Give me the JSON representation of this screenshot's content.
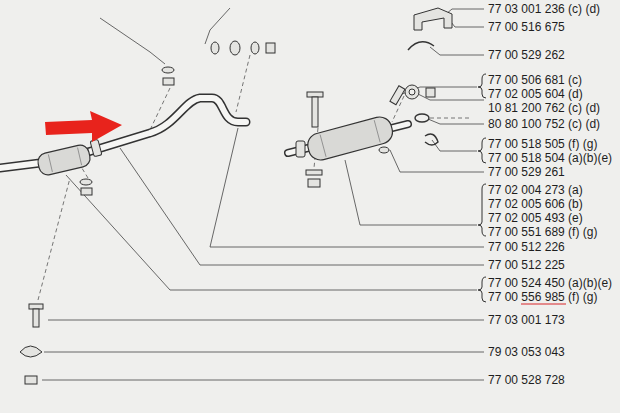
{
  "diagram": {
    "labels": [
      "77 03 001 236 (c) (d)",
      "77 00 516 675",
      "77 00 529 262",
      "77 00 506 681 (c)",
      "77 02 005 604 (d)",
      "10 81 200 762 (c) (d)",
      "80 80 100 752 (c) (d)",
      "77 00 518 505 (f) (g)",
      "77 00 518 504 (a)(b)(e)",
      "77 00 529 261",
      "77 02 004 273 (a)",
      "77 02 005 606 (b)",
      "77 02 005 493 (e)",
      "77 00 551 689 (f) (g)",
      "77 00 512 226",
      "77 00 512 225",
      "77 00 524 450 (a)(b)(e)",
      "77 00 556 985 (f) (g)",
      "77 03 001 173",
      "79 03 053 043",
      "77 00 528 728"
    ]
  }
}
